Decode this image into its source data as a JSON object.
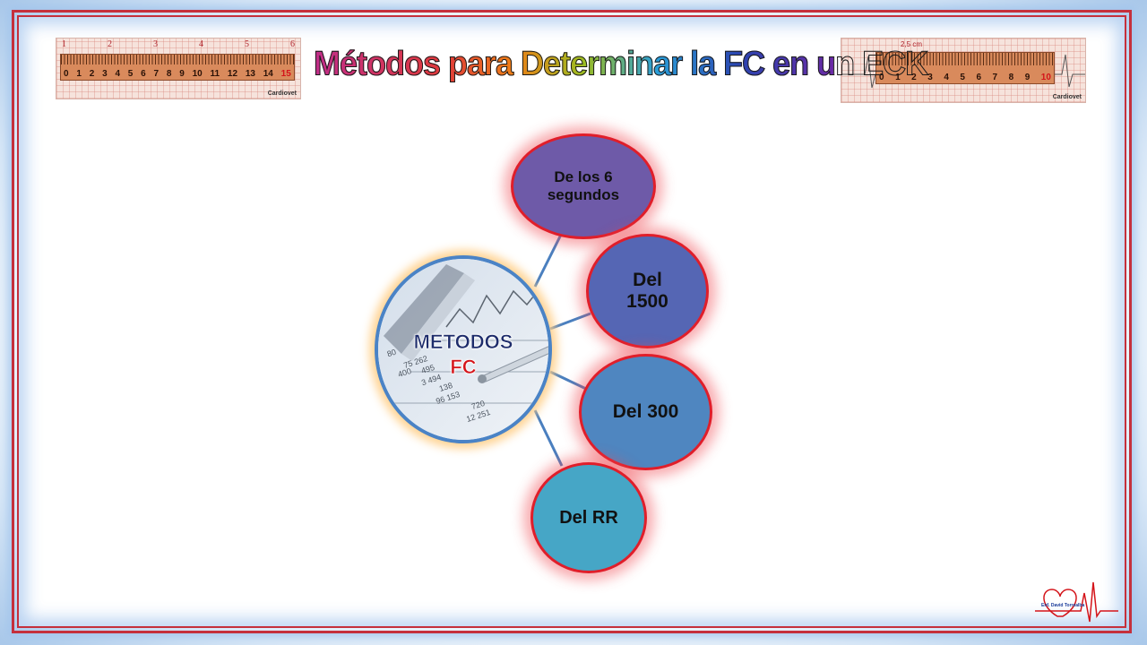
{
  "title": "Métodos para Determinar la FC en un ECK",
  "left_ruler": {
    "top_marks": [
      "1",
      "2",
      "3",
      "4",
      "5",
      "6"
    ],
    "numbers": [
      "0",
      "1",
      "2",
      "3",
      "4",
      "5",
      "6",
      "7",
      "8",
      "9",
      "10",
      "11",
      "12",
      "13",
      "14",
      "15"
    ],
    "brand": "Cardiovet"
  },
  "right_ruler": {
    "cm_label": "2,5 cm",
    "numbers": [
      "0",
      "1",
      "2",
      "3",
      "4",
      "5",
      "6",
      "7",
      "8",
      "9",
      "10"
    ],
    "brand": "Cardiovet"
  },
  "diagram": {
    "center": {
      "line1": "METODOS",
      "line2": "FC"
    },
    "nodes": [
      {
        "label": "De los 6 segundos",
        "color": "#6e5aa8"
      },
      {
        "label": "Del 1500",
        "color": "#5566b4"
      },
      {
        "label": "Del 300",
        "color": "#4f86c0"
      },
      {
        "label": "Del RR",
        "color": "#46a6c6"
      }
    ],
    "center_photo_numbers": [
      "80",
      "75 262",
      "400",
      "495",
      "3 494",
      "138",
      "96 153",
      "720",
      "12 251"
    ]
  },
  "logo": {
    "text": "Enf. David Torrealba"
  },
  "colors": {
    "frame": "#c5303c",
    "node_border": "#e01e2a",
    "center_border": "#4a83c6",
    "connector": "#4a7fbf"
  }
}
